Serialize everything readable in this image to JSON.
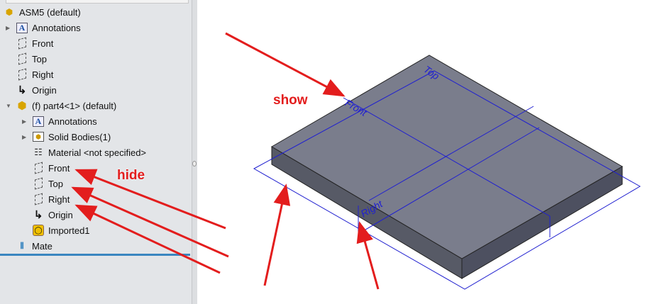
{
  "tree": {
    "root": "ASM5 (default)",
    "items": [
      {
        "label": "Annotations",
        "icon": "annotations-icon",
        "expander": "collapsed",
        "indent": 0
      },
      {
        "label": "Front",
        "icon": "plane-icon",
        "indent": 0
      },
      {
        "label": "Top",
        "icon": "plane-icon",
        "indent": 0
      },
      {
        "label": "Right",
        "icon": "plane-icon",
        "indent": 0
      },
      {
        "label": "Origin",
        "icon": "origin-icon",
        "indent": 0
      },
      {
        "label": "(f) part4<1> (default)",
        "icon": "part-icon",
        "expander": "expanded",
        "indent": 0
      },
      {
        "label": "Annotations",
        "icon": "annotations-icon",
        "expander": "collapsed",
        "indent": 1
      },
      {
        "label": "Solid Bodies(1)",
        "icon": "folder-icon",
        "expander": "collapsed",
        "indent": 1
      },
      {
        "label": "Material <not specified>",
        "icon": "material-icon",
        "indent": 1
      },
      {
        "label": "Front",
        "icon": "plane-icon",
        "indent": 1
      },
      {
        "label": "Top",
        "icon": "plane-icon",
        "indent": 1
      },
      {
        "label": "Right",
        "icon": "plane-icon",
        "indent": 1
      },
      {
        "label": "Origin",
        "icon": "origin-icon",
        "indent": 1
      },
      {
        "label": "Imported1",
        "icon": "imported-body-icon",
        "indent": 1
      }
    ],
    "mate": "Mate"
  },
  "annotations": {
    "show": "show",
    "hide": "hide"
  },
  "viewport": {
    "plane_labels": {
      "top": "Top",
      "front": "Front",
      "right": "Right"
    }
  },
  "colors": {
    "arrow": "#e31d1d",
    "plane": "#2020d0",
    "body_top": "#7a7d8c",
    "body_side": "#575a66"
  }
}
